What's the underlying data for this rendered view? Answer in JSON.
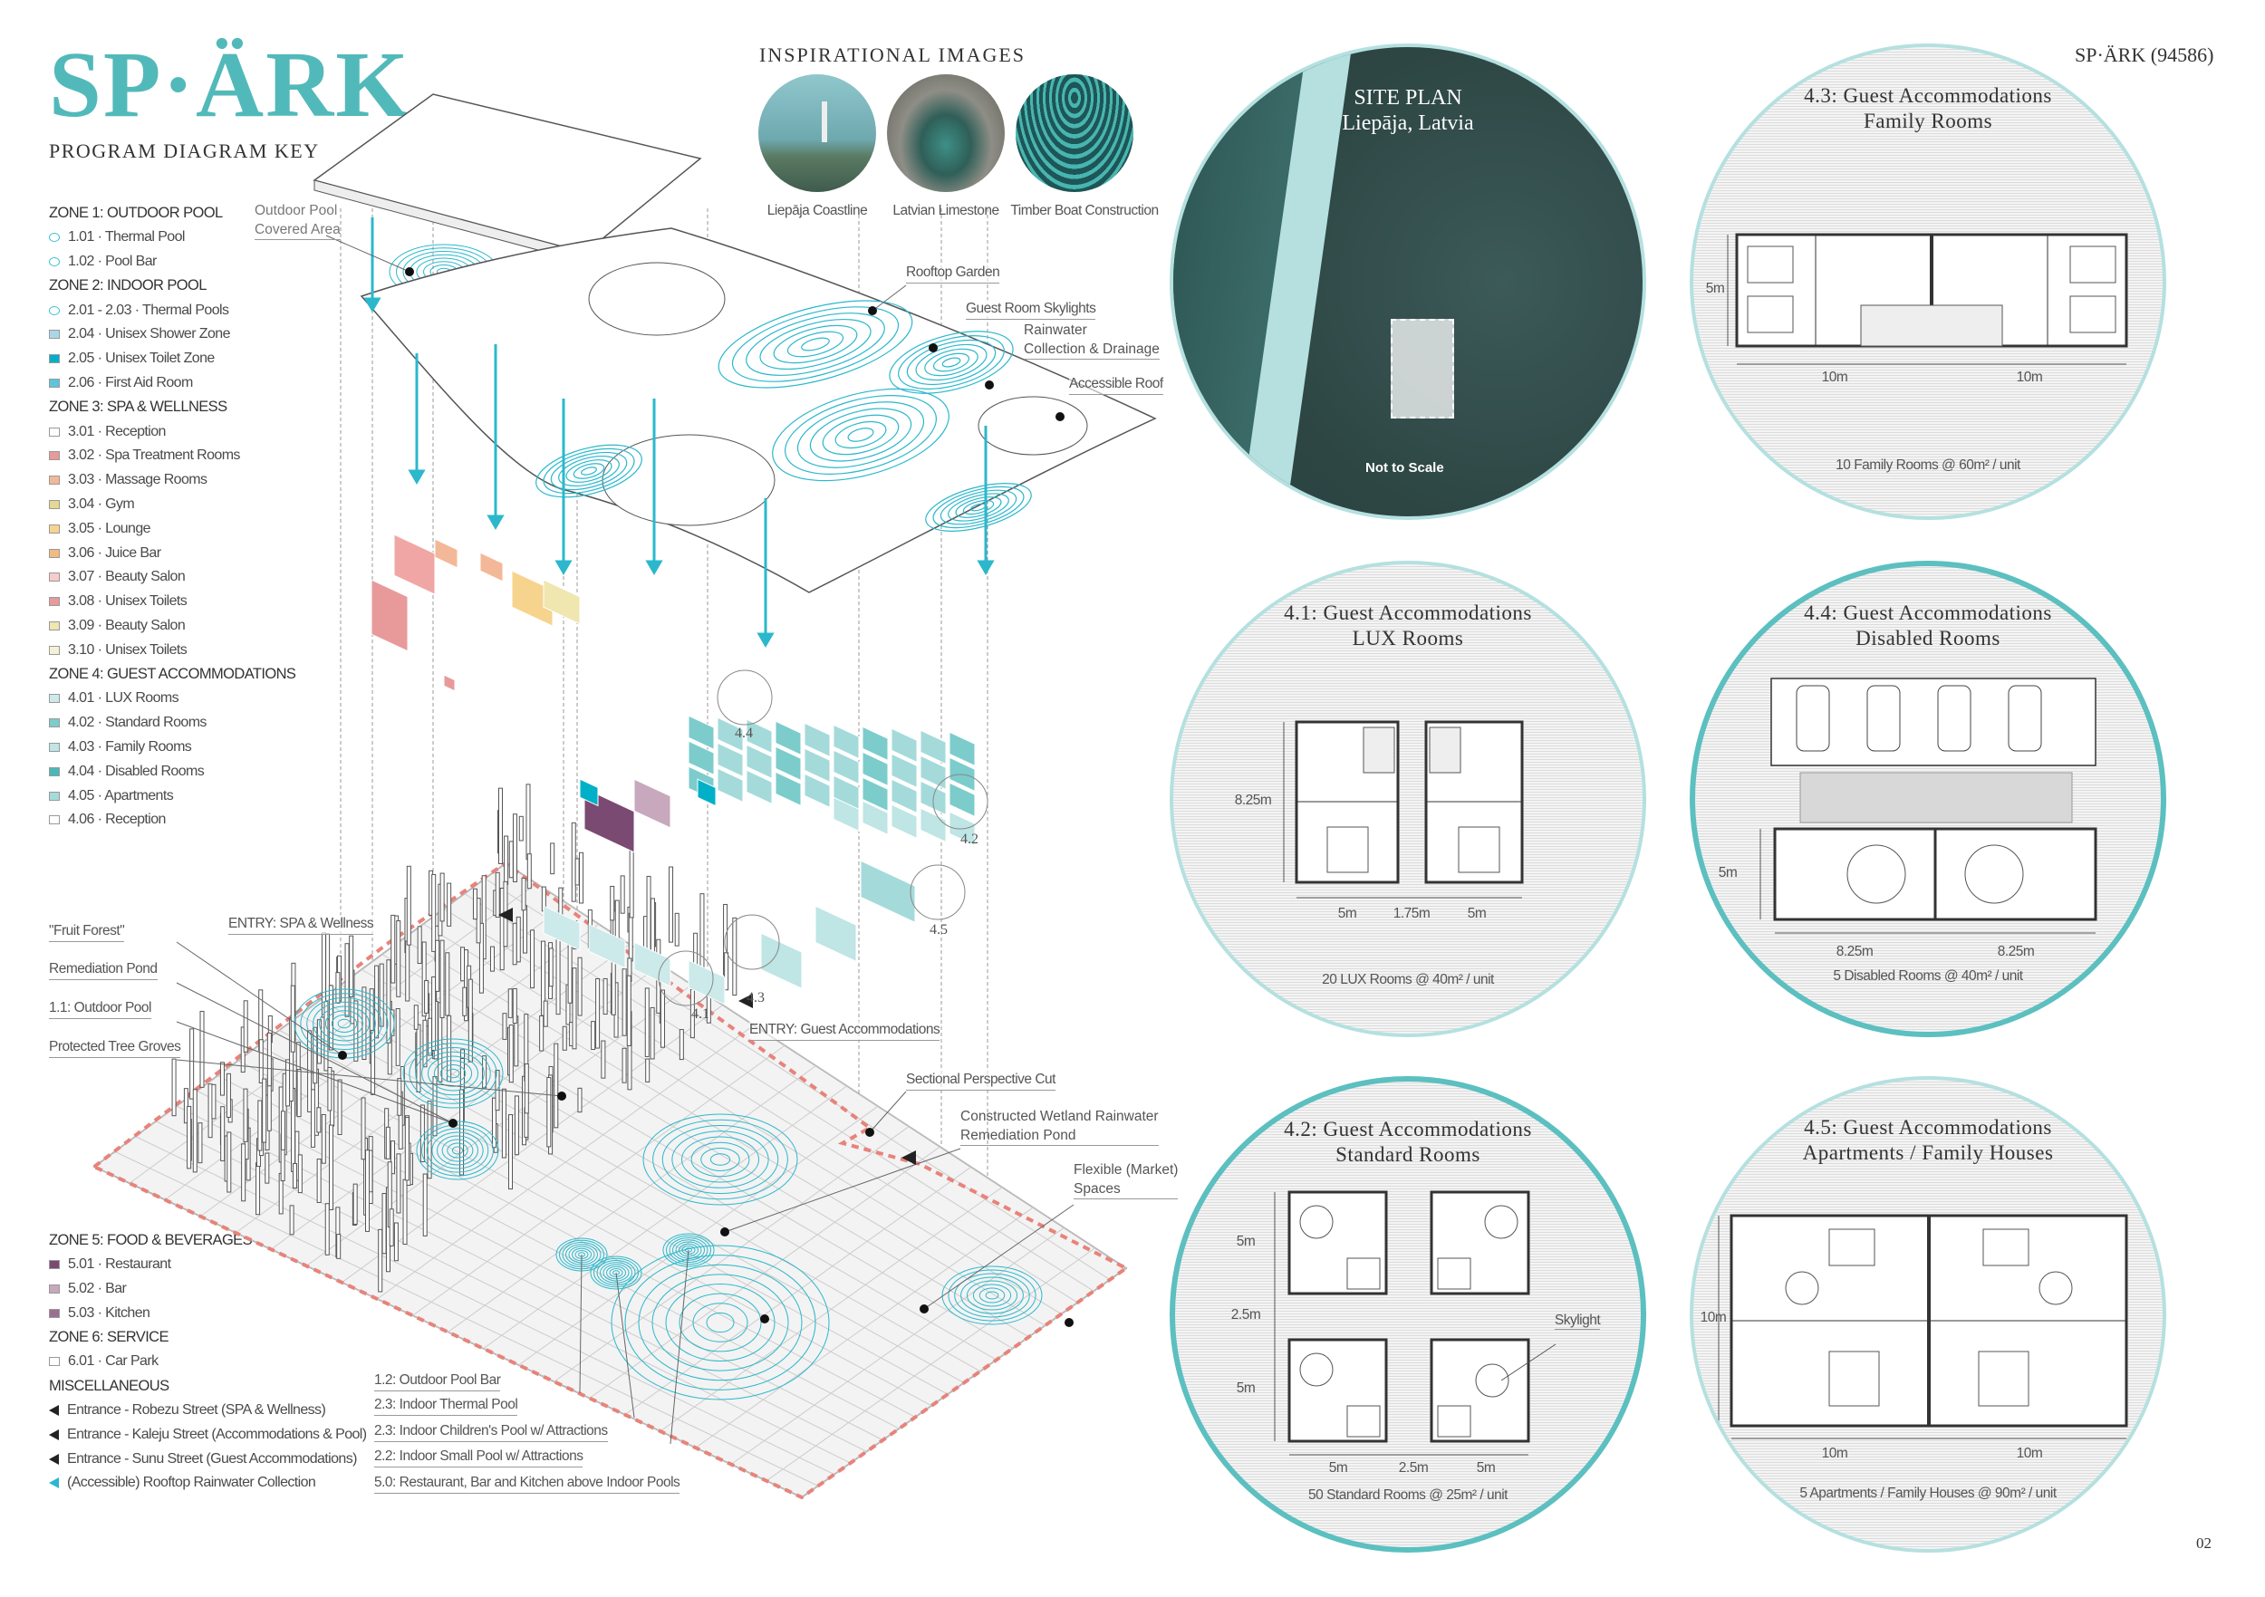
{
  "header": {
    "logo": "SP·ÄRK",
    "key_title": "PROGRAM DIAGRAM KEY",
    "brand": "SP·ÄRK (94586)",
    "page_number": "02"
  },
  "legend": [
    {
      "type": "zone",
      "label": "ZONE 1: OUTDOOR POOL"
    },
    {
      "type": "ellipse",
      "color": "#3cc0d0",
      "label": "1.01 · Thermal Pool"
    },
    {
      "type": "ellipse",
      "color": "#3cc0d0",
      "label": "1.02 · Pool Bar"
    },
    {
      "type": "zone",
      "label": "ZONE 2: INDOOR POOL"
    },
    {
      "type": "ellipse",
      "color": "#3cc0d0",
      "label": "2.01 - 2.03 · Thermal Pools"
    },
    {
      "type": "box",
      "color": "#a8d8e8",
      "label": "2.04 · Unisex Shower Zone"
    },
    {
      "type": "box",
      "color": "#00b0c8",
      "label": "2.05 · Unisex Toilet Zone"
    },
    {
      "type": "box",
      "color": "#5ec4dc",
      "label": "2.06 · First Aid Room"
    },
    {
      "type": "zone",
      "label": "ZONE 3: SPA & WELLNESS"
    },
    {
      "type": "box",
      "color": "#ffffff",
      "label": "3.01 · Reception"
    },
    {
      "type": "box",
      "color": "#e89a9a",
      "label": "3.02 · Spa Treatment Rooms"
    },
    {
      "type": "box",
      "color": "#f3b898",
      "label": "3.03 · Massage Rooms"
    },
    {
      "type": "box",
      "color": "#e6d890",
      "label": "3.04 · Gym"
    },
    {
      "type": "box",
      "color": "#f6d48e",
      "label": "3.05 · Lounge"
    },
    {
      "type": "box",
      "color": "#f3bb80",
      "label": "3.06 · Juice Bar"
    },
    {
      "type": "box",
      "color": "#f6cccc",
      "label": "3.07 · Beauty Salon"
    },
    {
      "type": "box",
      "color": "#e8999c",
      "label": "3.08 · Unisex Toilets"
    },
    {
      "type": "box",
      "color": "#efe6b0",
      "label": "3.09 · Beauty Salon"
    },
    {
      "type": "box",
      "color": "#f5f0d8",
      "label": "3.10 · Unisex Toilets"
    },
    {
      "type": "zone",
      "label": "ZONE 4: GUEST ACCOMMODATIONS"
    },
    {
      "type": "box",
      "color": "#cdeaea",
      "label": "4.01 · LUX Rooms"
    },
    {
      "type": "box",
      "color": "#7ccccc",
      "label": "4.02 · Standard Rooms"
    },
    {
      "type": "box",
      "color": "#bfe5e5",
      "label": "4.03 · Family Rooms"
    },
    {
      "type": "box",
      "color": "#4ab8b8",
      "label": "4.04 · Disabled Rooms"
    },
    {
      "type": "box",
      "color": "#a5dada",
      "label": "4.05 · Apartments"
    },
    {
      "type": "box",
      "color": "#ffffff",
      "label": "4.06 · Reception"
    }
  ],
  "legend2": [
    {
      "type": "zone",
      "label": "ZONE 5: FOOD & BEVERAGES"
    },
    {
      "type": "box",
      "color": "#7a4a72",
      "label": "5.01 · Restaurant"
    },
    {
      "type": "box",
      "color": "#c8a8bc",
      "label": "5.02 · Bar"
    },
    {
      "type": "box",
      "color": "#9a7090",
      "label": "5.03 · Kitchen"
    },
    {
      "type": "zone",
      "label": "ZONE 6: SERVICE"
    },
    {
      "type": "box",
      "color": "#ffffff",
      "label": "6.01 · Car Park"
    },
    {
      "type": "zone",
      "label": "MISCELLANEOUS"
    },
    {
      "type": "triangle",
      "color": "#222222",
      "label": "Entrance - Robezu Street (SPA & Wellness)"
    },
    {
      "type": "triangle",
      "color": "#222222",
      "label": "Entrance - Kaleju Street (Accommodations & Pool)"
    },
    {
      "type": "triangle",
      "color": "#222222",
      "label": "Entrance - Sunu Street (Guest Accommodations)"
    },
    {
      "type": "triangle",
      "color": "#2ab6d0",
      "label": "(Accessible) Rooftop Rainwater Collection"
    }
  ],
  "inspiration": {
    "title": "INSPIRATIONAL IMAGES",
    "images": [
      {
        "caption": "Liepāja Coastline"
      },
      {
        "caption": "Latvian Limestone"
      },
      {
        "caption": "Timber Boat Construction"
      }
    ]
  },
  "diagram": {
    "labels": {
      "outdoor_pool_covered_1": "Outdoor Pool",
      "outdoor_pool_covered_2": "Covered Area",
      "rooftop_garden": "Rooftop Garden",
      "guest_room_skylights": "Guest Room Skylights",
      "rainwater_1": "Rainwater",
      "rainwater_2": "Collection & Drainage",
      "accessible_roof": "Accessible Roof",
      "fruit_forest": "\"Fruit Forest\"",
      "remediation_pond": "Remediation Pond",
      "outdoor_pool": "1.1: Outdoor  Pool",
      "protected_tree_groves": "Protected Tree Groves",
      "entry_spa": "ENTRY: SPA & Wellness",
      "entry_guest": "ENTRY: Guest Accommodations",
      "sectional_cut": "Sectional Perspective Cut",
      "wetland_1": "Constructed Wetland Rainwater",
      "wetland_2": "Remediation Pond",
      "flexible_1": "Flexible (Market)",
      "flexible_2": "Spaces",
      "pool_bar": "1.2: Outdoor Pool Bar",
      "indoor_thermal": "2.3: Indoor Thermal Pool",
      "childrens_pool": "2.3: Indoor Children's Pool w/ Attractions",
      "small_pool": "2.2: Indoor Small Pool w/ Attractions",
      "restaurant": "5.0: Restaurant, Bar and Kitchen above Indoor Pools"
    },
    "markers": {
      "m44": "4.4",
      "m42": "4.2",
      "m45": "4.5",
      "m43": "4.3",
      "m41": "4.1"
    }
  },
  "site_plan": {
    "title": "SITE PLAN",
    "location": "Liepāja, Latvia",
    "note": "Not to Scale"
  },
  "plans": {
    "family": {
      "title1": "4.3: Guest Accommodations",
      "title2": "Family Rooms",
      "dims": [
        "5m",
        "10m",
        "10m"
      ],
      "caption": "10 Family Rooms @ 60m² / unit"
    },
    "lux": {
      "title1": "4.1: Guest Accommodations",
      "title2": "LUX Rooms",
      "dims": [
        "8.25m",
        "5m",
        "1.75m",
        "5m"
      ],
      "caption": "20 LUX Rooms @ 40m² / unit"
    },
    "disabled": {
      "title1": "4.4: Guest Accommodations",
      "title2": "Disabled Rooms",
      "dims": [
        "5m",
        "8.25m",
        "8.25m"
      ],
      "caption": "5 Disabled Rooms @ 40m² / unit"
    },
    "standard": {
      "title1": "4.2: Guest Accommodations",
      "title2": "Standard Rooms",
      "dims": [
        "5m",
        "2.5m",
        "5m",
        "5m",
        "2.5m",
        "5m"
      ],
      "skylight": "Skylight",
      "caption": "50 Standard Rooms @ 25m² / unit"
    },
    "apartments": {
      "title1": "4.5: Guest Accommodations",
      "title2": "Apartments / Family Houses",
      "dims": [
        "10m",
        "10m",
        "10m"
      ],
      "caption": "5 Apartments / Family Houses @ 90m² / unit"
    }
  },
  "colors": {
    "accent": "#52b9ba",
    "water": "#2bb8cc",
    "site_boundary": "#e8837a"
  }
}
